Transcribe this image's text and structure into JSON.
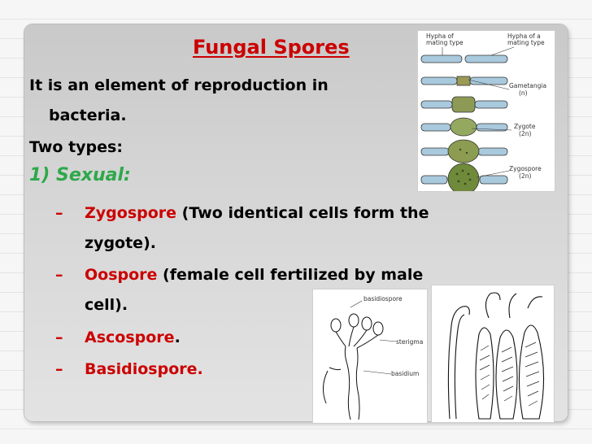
{
  "slide": {
    "title": "Fungal Spores",
    "intro_line1": "It is an element of reproduction in",
    "intro_line2": "bacteria.",
    "types_heading": "Two types:",
    "sexual_heading": "1) Sexual:",
    "bullet_glyph": "–",
    "items": [
      {
        "term": "Zygospore",
        "desc_line1": " (Two identical cells form the",
        "desc_line2": "zygote)."
      },
      {
        "term": "Oospore",
        "desc_line1": " (female cell fertilized by male",
        "desc_line2": "cell)."
      },
      {
        "term": "Ascospore",
        "desc_line1": "."
      },
      {
        "term": "Basidiospore."
      }
    ]
  },
  "figures": {
    "zygospore_diagram": {
      "labels": [
        "Hypha of",
        "mating type",
        "Hypha of a",
        "mating type",
        "Gametangia",
        "(n)",
        "Zygote",
        "(2n)",
        "Zygospore",
        "(2n)"
      ]
    },
    "basidium_diagram": {
      "labels": [
        "basidiospore",
        "sterigma",
        "basidium"
      ]
    }
  },
  "colors": {
    "title": "#cc0000",
    "term": "#cc0000",
    "sexual": "#2ea84a"
  }
}
